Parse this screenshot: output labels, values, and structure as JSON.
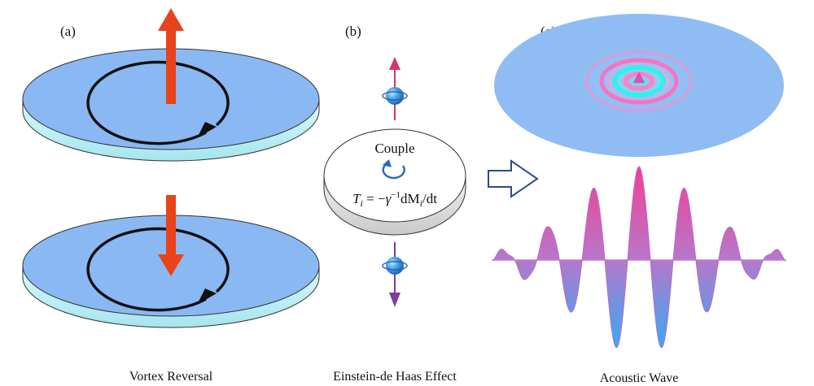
{
  "panels": {
    "a": {
      "label": "(a)",
      "caption": "Vortex Reversal"
    },
    "b": {
      "label": "(b)",
      "caption": "Einstein-de Haas Effect",
      "couple_label": "Couple",
      "formula": "T_i = −γ⁻¹dM_i/dt",
      "formula_parts": {
        "T": "T",
        "i1": "i",
        "eq": " = −",
        "gamma": "γ",
        "exp": "−1",
        "dM": "dM",
        "i2": "i",
        "dt": "/dt"
      }
    },
    "c": {
      "label": "(c)",
      "caption": "Acoustic Wave"
    }
  },
  "colors": {
    "disk_top": "#8ab8f3",
    "disk_side": "#c9f4f8",
    "up_arrow": "#e8431a",
    "spin_up_arrow": "#d6336c",
    "spin_down_arrow": "#7a3fa0",
    "ball": "#2f8de0",
    "wave_pink": "#f0449a",
    "wave_blue": "#3aa6f0",
    "outline_arrow": "#2d4a8a"
  }
}
